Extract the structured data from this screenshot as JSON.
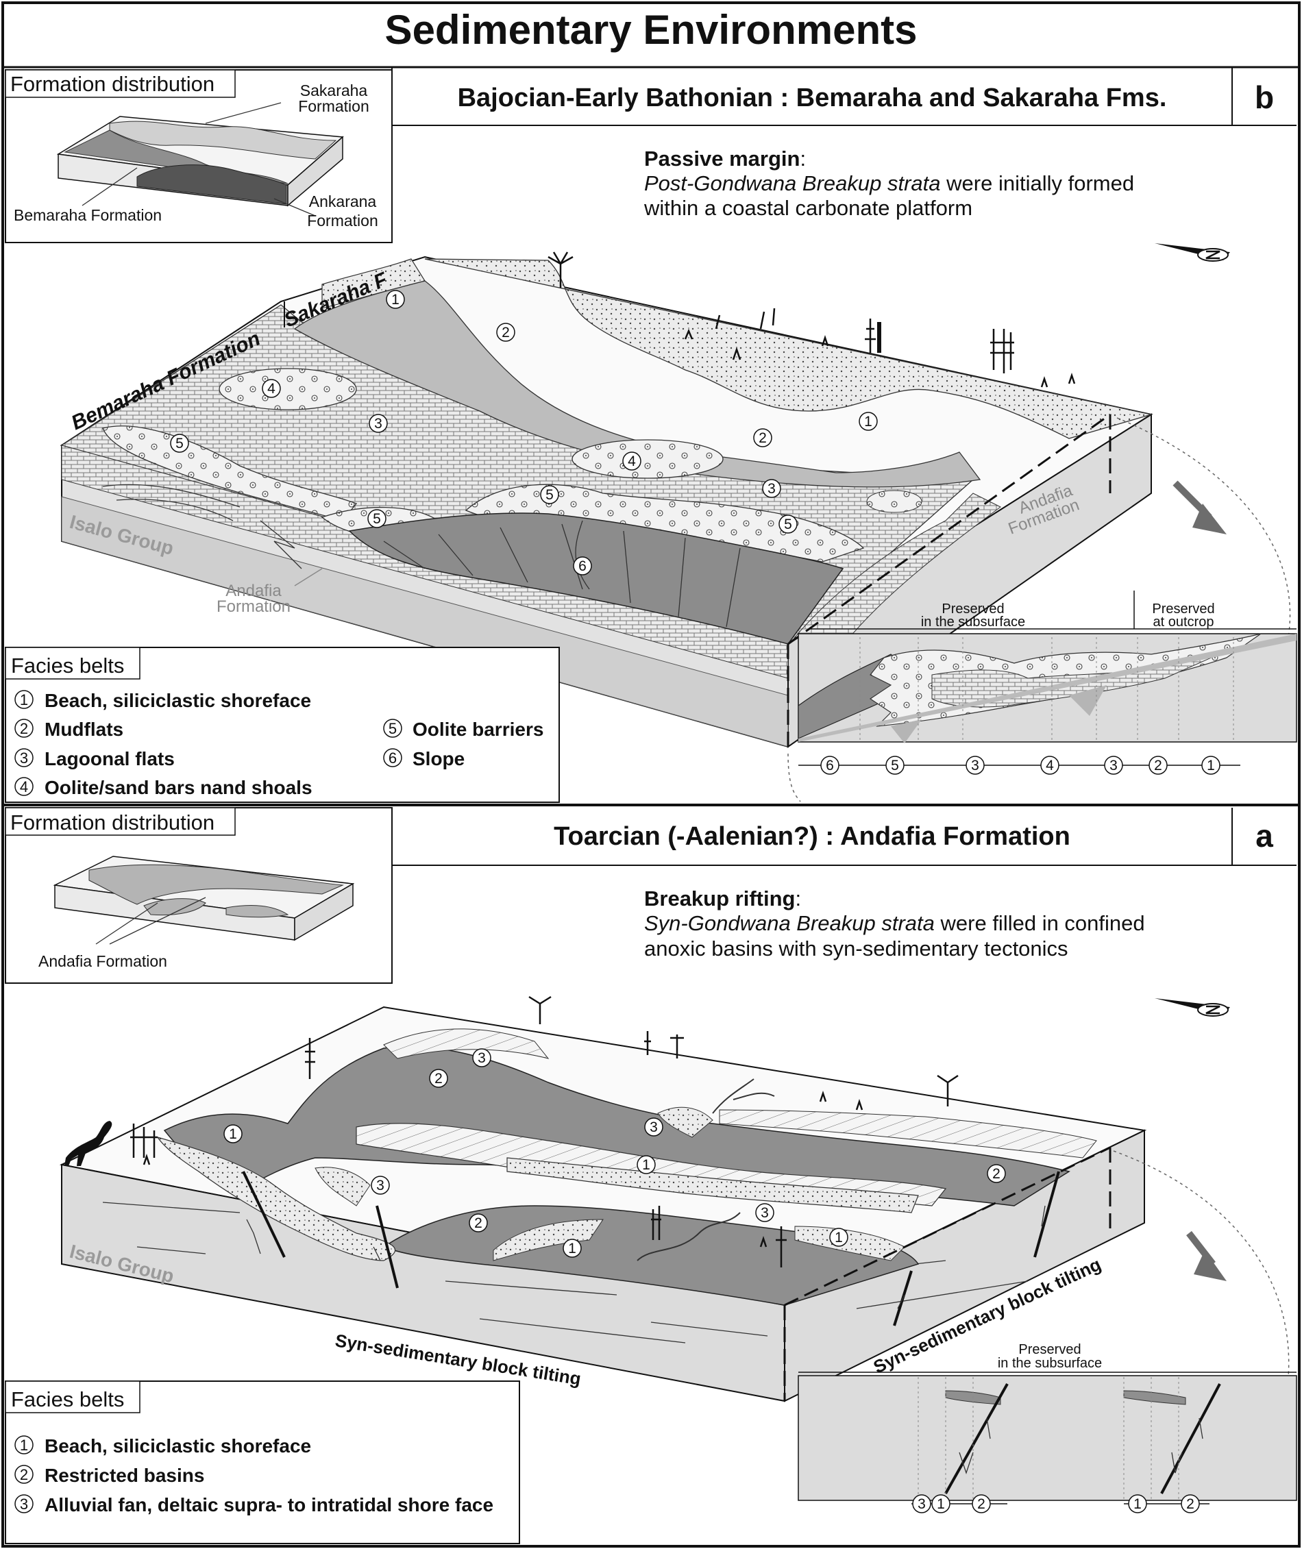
{
  "title": "Sedimentary Environments",
  "panel_b": {
    "heading": "Bajocian-Early Bathonian  :  Bemaraha and Sakaraha Fms.",
    "letter": "b",
    "formation_distribution": {
      "title": "Formation distribution",
      "labels": [
        "Sakaraha",
        "Formation",
        "Bemaraha Formation",
        "Ankarana",
        "Formation"
      ]
    },
    "description": {
      "bold": "Passive margin",
      "colon": ":",
      "italic": "Post-Gondwana Breakup strata",
      "rest1": " were initially formed",
      "line2": "within a coastal carbonate platform"
    },
    "block_labels": {
      "bemaraha": "Bemaraha Formation",
      "sakaraha": "Sakaraha F",
      "isalo": "Isalo Group",
      "andafia_left_1": "Andafia",
      "andafia_left_2": "Formation",
      "andafia_right_1": "Andafia",
      "andafia_right_2": "Formation",
      "preserved_sub_1": "Preserved",
      "preserved_sub_2": "in the subsurface",
      "preserved_out_1": "Preserved",
      "preserved_out_2": "at outcrop"
    },
    "map_numbers": [
      "1",
      "2",
      "4",
      "3",
      "5",
      "2",
      "1",
      "4",
      "3",
      "5",
      "5",
      "5",
      "6"
    ],
    "section_numbers": [
      "6",
      "5",
      "3",
      "4",
      "3",
      "2",
      "1"
    ],
    "facies_title": "Facies belts",
    "facies": [
      {
        "num": "1",
        "label": "Beach, siliciclastic shoreface"
      },
      {
        "num": "2",
        "label": "Mudflats"
      },
      {
        "num": "3",
        "label": "Lagoonal flats"
      },
      {
        "num": "4",
        "label": "Oolite/sand bars nand shoals"
      },
      {
        "num": "5",
        "label": "Oolite barriers"
      },
      {
        "num": "6",
        "label": "Slope"
      }
    ]
  },
  "panel_a": {
    "heading": "Toarcian (-Aalenian?) : Andafia Formation",
    "letter": "a",
    "formation_distribution": {
      "title": "Formation distribution",
      "labels": [
        "Andafia Formation"
      ]
    },
    "description": {
      "bold": "Breakup rifting",
      "colon": ":",
      "italic": "Syn-Gondwana Breakup strata",
      "rest1": " were filled in confined",
      "line2": "anoxic basins with syn-sedimentary tectonics"
    },
    "block_labels": {
      "isalo": "Isalo Group",
      "tilt_front": "Syn-sedimentary block tilting",
      "tilt_right": "Syn-sedimentary block tilting",
      "preserved_sub_1": "Preserved",
      "preserved_sub_2": "in the subsurface"
    },
    "map_numbers": [
      "3",
      "2",
      "1",
      "3",
      "3",
      "1",
      "2",
      "2",
      "3",
      "1",
      "1"
    ],
    "section_numbers_left": [
      "3",
      "1",
      "2"
    ],
    "section_numbers_right": [
      "1",
      "2"
    ],
    "facies_title": "Facies belts",
    "facies": [
      {
        "num": "1",
        "label": "Beach, siliciclastic shoreface"
      },
      {
        "num": "2",
        "label": "Restricted basins"
      },
      {
        "num": "3",
        "label": "Alluvial fan, deltaic supra- to intratidal shore face"
      }
    ]
  },
  "colors": {
    "dark_grey": "#8c8c8c",
    "mid_grey": "#b4b4b4",
    "light_grey": "#d8d8d8",
    "very_light": "#ececec",
    "line": "#111111"
  }
}
